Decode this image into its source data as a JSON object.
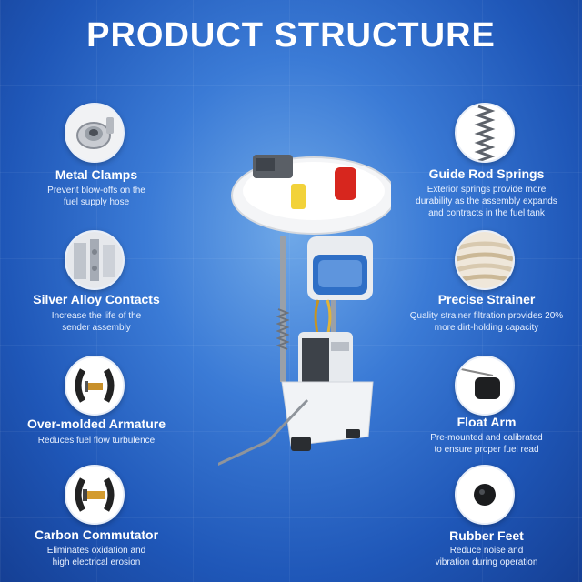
{
  "title": "PRODUCT STRUCTURE",
  "features_left": [
    {
      "icon": "metal-clamp-icon",
      "title": "Metal Clamps",
      "desc": [
        "Prevent blow-offs on the",
        "fuel supply hose"
      ]
    },
    {
      "icon": "silver-contacts-icon",
      "title": "Silver Alloy Contacts",
      "desc": [
        "Increase the life of the",
        "sender assembly"
      ]
    },
    {
      "icon": "armature-icon",
      "title": "Over-molded Armature",
      "desc": [
        "Reduces fuel flow turbulence"
      ]
    },
    {
      "icon": "commutator-icon",
      "title": "Carbon Commutator",
      "desc": [
        "Eliminates oxidation and",
        "high electrical erosion"
      ]
    }
  ],
  "features_right": [
    {
      "icon": "spring-icon",
      "title": "Guide Rod Springs",
      "desc": [
        "Exterior springs provide more",
        "durability as the assembly expands",
        "and contracts in the fuel tank"
      ]
    },
    {
      "icon": "strainer-icon",
      "title": "Precise Strainer",
      "desc": [
        "Quality strainer filtration provides 20%",
        "more dirt-holding capacity"
      ]
    },
    {
      "icon": "float-arm-icon",
      "title": "Float Arm",
      "desc": [
        "Pre-mounted and calibrated",
        "to ensure proper fuel read"
      ]
    },
    {
      "icon": "rubber-feet-icon",
      "title": "Rubber Feet",
      "desc": [
        "Reduce noise and",
        "vibration during operation"
      ]
    }
  ]
}
